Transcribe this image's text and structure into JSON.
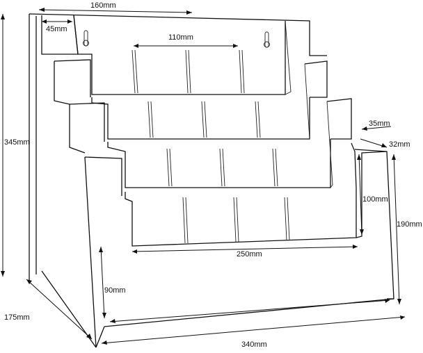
{
  "dimensions": {
    "top_width": "160mm",
    "slot_width_45": "45mm",
    "insert_width_110": "110mm",
    "total_height": "345mm",
    "step_35": "35mm",
    "step_32": "32mm",
    "pocket_height": "100mm",
    "front_height": "190mm",
    "pocket_width": "250mm",
    "base_front_height": "90mm",
    "depth": "175mm",
    "base_width": "340mm"
  }
}
